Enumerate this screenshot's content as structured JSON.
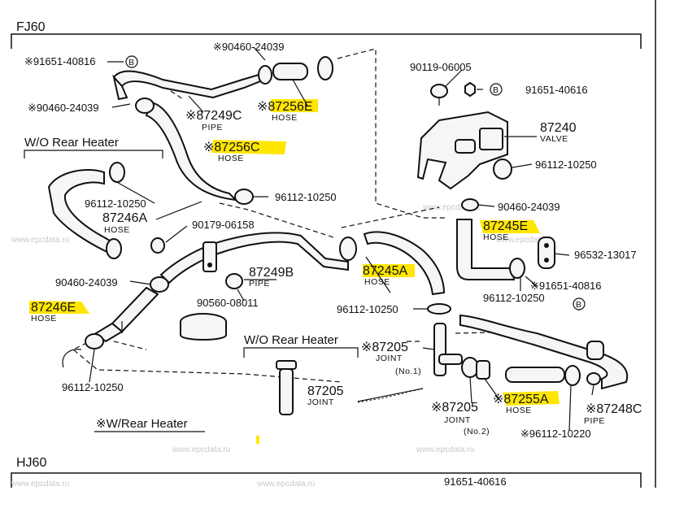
{
  "colors": {
    "highlight": "#ffe600",
    "ink": "#111111",
    "watermark": "#c9c9c9"
  },
  "sections": {
    "top": "FJ60",
    "bottom": "HJ60"
  },
  "groups": {
    "wo_rear_heater_left": "W/O Rear Heater",
    "wo_rear_heater_center": "W/O Rear Heater",
    "w_rear_heater": "※W/Rear Heater"
  },
  "parts": {
    "p91651_40816_tl": "※91651-40816",
    "p90460_24039_top": "※90460-24039",
    "p90460_24039_left": "※90460-24039",
    "p87249c": "※87249C",
    "p87249c_sub": "PIPE",
    "p87256e": "※87256E",
    "p87256e_sub": "HOSE",
    "p87256c": "※87256C",
    "p87256c_sub": "HOSE",
    "p96112_10250_mid": "96112-10250",
    "p96112_10250_wo": "96112-10250",
    "p87246a": "87246A",
    "p87246a_sub": "HOSE",
    "p90179_06158": "90179-06158",
    "p87249b": "87249B",
    "p87249b_sub": "PIPE",
    "p87245a": "87245A",
    "p87245a_sub": "HOSE",
    "p90460_24039_lm": "90460-24039",
    "p90560_08011": "90560-08011",
    "p87246e": "87246E",
    "p87246e_sub": "HOSE",
    "p96112_10250_cl": "96112-10250",
    "p96112_10250_bl": "96112-10250",
    "p90119_06005": "90119-06005",
    "p91651_40616_tr": "91651-40616",
    "p87240": "87240",
    "p87240_sub": "VALVE",
    "p96112_10250_r": "96112-10250",
    "p90460_24039_r": "90460-24039",
    "p87245e": "87245E",
    "p87245e_sub": "HOSE",
    "p96532_13017": "96532-13017",
    "p91651_40816_r": "※91651-40816",
    "p96112_10250_rb": "96112-10250",
    "p87205_top": "※87205",
    "p87205_top_sub": "JOINT",
    "p87205_top_no": "(No.1)",
    "p87205_mid": "87205",
    "p87205_mid_sub": "JOINT",
    "p87205_low": "※87205",
    "p87205_low_sub": "JOINT",
    "p87205_low_no": "(No.2)",
    "p87255a": "※87255A",
    "p87255a_sub": "HOSE",
    "p87248c": "※87248C",
    "p87248c_sub": "PIPE",
    "p96112_10220": "※96112-10220",
    "p91651_40616_b": "91651-40616"
  },
  "markers": {
    "b": "B"
  },
  "watermark": "www.epcdata.ru"
}
